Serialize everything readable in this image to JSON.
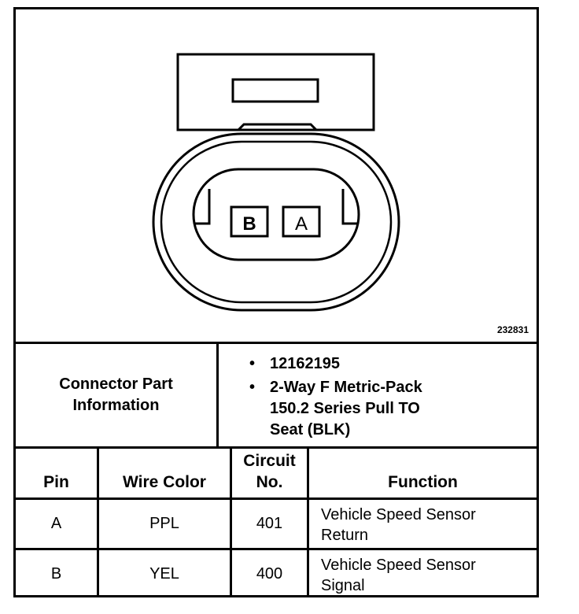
{
  "figure_number": "232831",
  "connector": {
    "pin_labels": [
      "B",
      "A"
    ]
  },
  "part_info": {
    "label_line1": "Connector Part",
    "label_line2": "Information",
    "items": [
      {
        "bullet": "•",
        "lines": [
          "12162195"
        ]
      },
      {
        "bullet": "•",
        "lines": [
          "2-Way F Metric-Pack",
          "150.2 Series Pull TO",
          "Seat (BLK)"
        ]
      }
    ]
  },
  "table": {
    "headers": {
      "pin": "Pin",
      "wire_color": "Wire Color",
      "circuit_line1": "Circuit",
      "circuit_line2": "No.",
      "function": "Function"
    },
    "rows": [
      {
        "pin": "A",
        "wire_color": "PPL",
        "circuit": "401",
        "function_line1": "Vehicle Speed Sensor",
        "function_line2": "Return"
      },
      {
        "pin": "B",
        "wire_color": "YEL",
        "circuit": "400",
        "function_line1": "Vehicle Speed Sensor",
        "function_line2": "Signal"
      }
    ]
  }
}
